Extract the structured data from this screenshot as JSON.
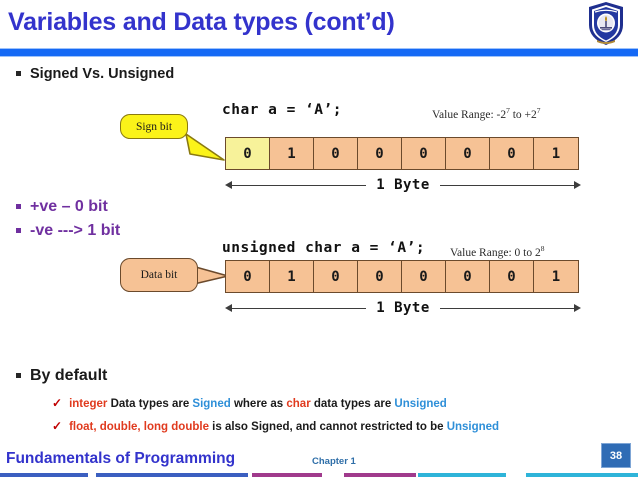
{
  "slide": {
    "title": "Variables and Data types (cont’d)",
    "logo_name": "university-shield-logo"
  },
  "bullets": {
    "signed_vs_unsigned": "Signed Vs. Unsigned",
    "positive_bit": "+ve – 0 bit",
    "negative_bit": "-ve ---> 1 bit",
    "by_default": "By default"
  },
  "sub_bullets": {
    "integer_line": {
      "part1": "integer",
      "part2": " Data types are ",
      "part3": "Signed",
      "part4": " where as ",
      "part5": "char",
      "part6": " data types are ",
      "part7": "Unsigned"
    },
    "float_line": {
      "part1": "float, double, long double",
      "part2": " is also Signed, and cannot restricted to be ",
      "part3": "Unsigned"
    },
    "check_glyph": "✓"
  },
  "diagram": {
    "signed": {
      "code": "char a = ‘A’;",
      "range_prefix": "Value Range: -2",
      "range_exp1": "7",
      "range_mid": " to +2",
      "range_exp2": "7",
      "callout": "Sign bit",
      "bits": [
        "0",
        "1",
        "0",
        "0",
        "0",
        "0",
        "0",
        "1"
      ],
      "measure": "1 Byte"
    },
    "unsigned": {
      "code": "unsigned char a = ‘A’;",
      "range_prefix": "Value Range: 0 to 2",
      "range_exp1": "8",
      "callout": "Data bit",
      "bits": [
        "0",
        "1",
        "0",
        "0",
        "0",
        "0",
        "0",
        "1"
      ],
      "measure": "1 Byte"
    }
  },
  "footer": {
    "course": "Fundamentals of Programming",
    "chapter": "Chapter 1",
    "slide_number": "38"
  },
  "colors": {
    "title_blue": "#3333cc",
    "rule_blue": "#1569f5",
    "purple": "#7030a0",
    "accent_red": "#e03a1e",
    "accent_blue": "#2e8fd8",
    "byte_fill": "#f6c295",
    "signbit_fill": "#f7f29a",
    "callout_yellow": "#fbf319",
    "slide_num_bg": "#2f6cb5",
    "bar_blue": "#3b5fc0",
    "bar_purple": "#a03a8c",
    "bar_cyan": "#2eb4d9"
  }
}
